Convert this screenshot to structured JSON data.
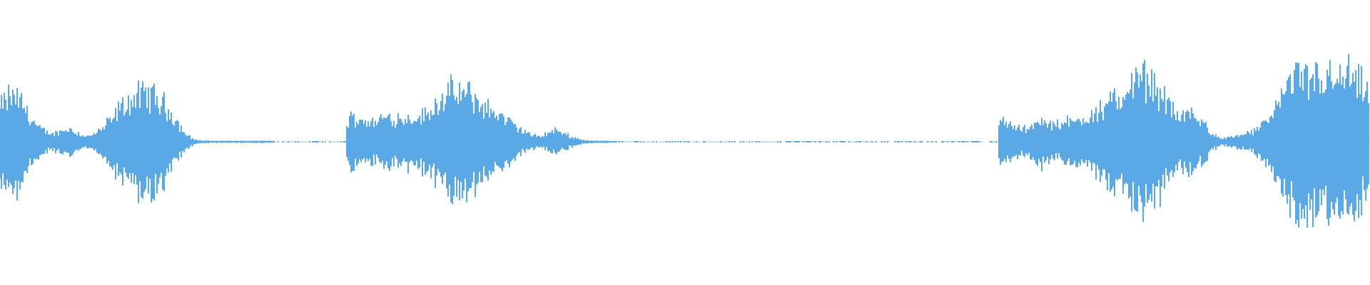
{
  "waveform": {
    "color": "#5aa9e6",
    "segments": [
      {
        "role": "speech",
        "start": 0.0,
        "end": 0.2,
        "peaks": [
          {
            "pos": 0.007,
            "amp": 0.4
          },
          {
            "pos": 0.016,
            "amp": 0.1
          },
          {
            "pos": 0.031,
            "amp": 0.06
          },
          {
            "pos": 0.05,
            "amp": 0.12
          },
          {
            "pos": 0.073,
            "amp": 0.06
          },
          {
            "pos": 0.085,
            "amp": 0.12
          },
          {
            "pos": 0.098,
            "amp": 0.34
          },
          {
            "pos": 0.108,
            "amp": 0.06
          },
          {
            "pos": 0.117,
            "amp": 0.31
          },
          {
            "pos": 0.128,
            "amp": 0.05
          }
        ]
      },
      {
        "role": "silence",
        "start": 0.2,
        "end": 0.253,
        "peaks": []
      },
      {
        "role": "speech",
        "start": 0.253,
        "end": 0.45,
        "peaks": [
          {
            "pos": 0.255,
            "amp": 0.1
          },
          {
            "pos": 0.262,
            "amp": 0.16
          },
          {
            "pos": 0.282,
            "amp": 0.22
          },
          {
            "pos": 0.3,
            "amp": 0.18
          },
          {
            "pos": 0.324,
            "amp": 0.4
          },
          {
            "pos": 0.345,
            "amp": 0.38
          },
          {
            "pos": 0.366,
            "amp": 0.2
          },
          {
            "pos": 0.382,
            "amp": 0.07
          },
          {
            "pos": 0.405,
            "amp": 0.1
          },
          {
            "pos": 0.418,
            "amp": 0.02
          }
        ]
      },
      {
        "role": "silence",
        "start": 0.45,
        "end": 0.729,
        "peaks": []
      },
      {
        "role": "speech",
        "start": 0.729,
        "end": 1.0,
        "peaks": [
          {
            "pos": 0.732,
            "amp": 0.2
          },
          {
            "pos": 0.758,
            "amp": 0.2
          },
          {
            "pos": 0.779,
            "amp": 0.16
          },
          {
            "pos": 0.798,
            "amp": 0.24
          },
          {
            "pos": 0.818,
            "amp": 0.34
          },
          {
            "pos": 0.834,
            "amp": 0.36
          },
          {
            "pos": 0.846,
            "amp": 0.32
          },
          {
            "pos": 0.871,
            "amp": 0.26
          },
          {
            "pos": 0.904,
            "amp": 0.05
          },
          {
            "pos": 0.918,
            "amp": 0.05
          },
          {
            "pos": 0.936,
            "amp": 0.31
          },
          {
            "pos": 0.955,
            "amp": 0.52
          },
          {
            "pos": 0.966,
            "amp": 0.48
          },
          {
            "pos": 0.981,
            "amp": 0.38
          },
          {
            "pos": 0.995,
            "amp": 0.33
          }
        ]
      }
    ]
  }
}
